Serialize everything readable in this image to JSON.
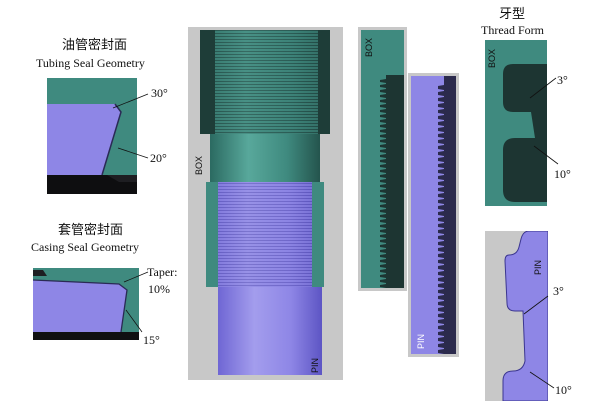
{
  "tubing": {
    "title_cn": "油管密封面",
    "title_en": "Tubing Seal Geometry",
    "angle_top": "30°",
    "angle_bottom": "20°"
  },
  "casing": {
    "title_cn": "套管密封面",
    "title_en": "Casing Seal Geometry",
    "taper_label": "Taper:",
    "taper_value": "10%",
    "angle": "15°"
  },
  "connection": {
    "box_label": "BOX",
    "pin_label": "PIN"
  },
  "detail": {
    "box_label": "BOX",
    "pin_label": "PIN"
  },
  "thread_form": {
    "title_cn": "牙型",
    "title_en": "Thread Form",
    "box_label": "BOX",
    "pin_label": "PIN",
    "box_angle_top": "3°",
    "box_angle_bottom": "10°",
    "pin_angle_top": "3°",
    "pin_angle_bottom": "10°"
  },
  "colors": {
    "box_teal": "#3f8a7f",
    "box_dark": "#1f3a36",
    "pin_purple": "#8e86e6",
    "pin_dark": "#3b3690",
    "frame_gray": "#c8c8c8"
  }
}
